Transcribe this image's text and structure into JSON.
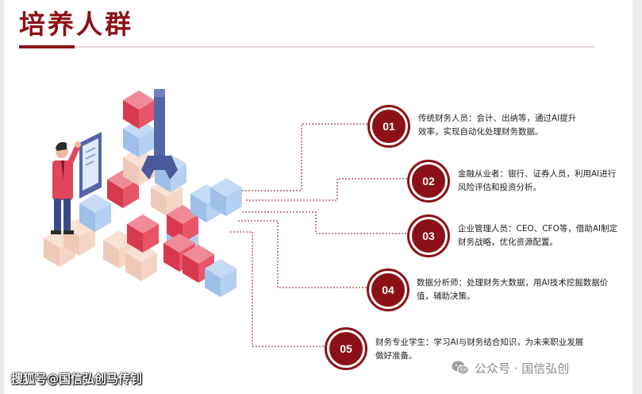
{
  "title": "培养人群",
  "items": [
    {
      "number": "01",
      "line1": "传统财务人员：会计、出纳等，通过AI提升",
      "line2": "效率，实现自动化处理财务数据。"
    },
    {
      "number": "02",
      "line1": "金融从业者：银行、证券人员，利用AI进行",
      "line2": "风险评估和投资分析。"
    },
    {
      "number": "03",
      "line1": "企业管理人员：CEO、CFO等，借助AI制定",
      "line2": "财务战略，优化资源配置。"
    },
    {
      "number": "04",
      "line1": "数据分析师：处理财务大数据，用AI技术挖掘数据价",
      "line2": "值，辅助决策。"
    },
    {
      "number": "05",
      "line1": "财务专业学生：学习AI与财务结合知识，为未来职业发展",
      "line2": "做好准备。"
    }
  ],
  "watermark_left": "搜狐号@国信弘创马传钊",
  "watermark_right": "公众号 · 国信弘创",
  "colors": {
    "accent": "#8b1117",
    "cube_red": "#e0465a",
    "cube_blue": "#a9c8ee",
    "cube_peach": "#f3d3c4"
  }
}
